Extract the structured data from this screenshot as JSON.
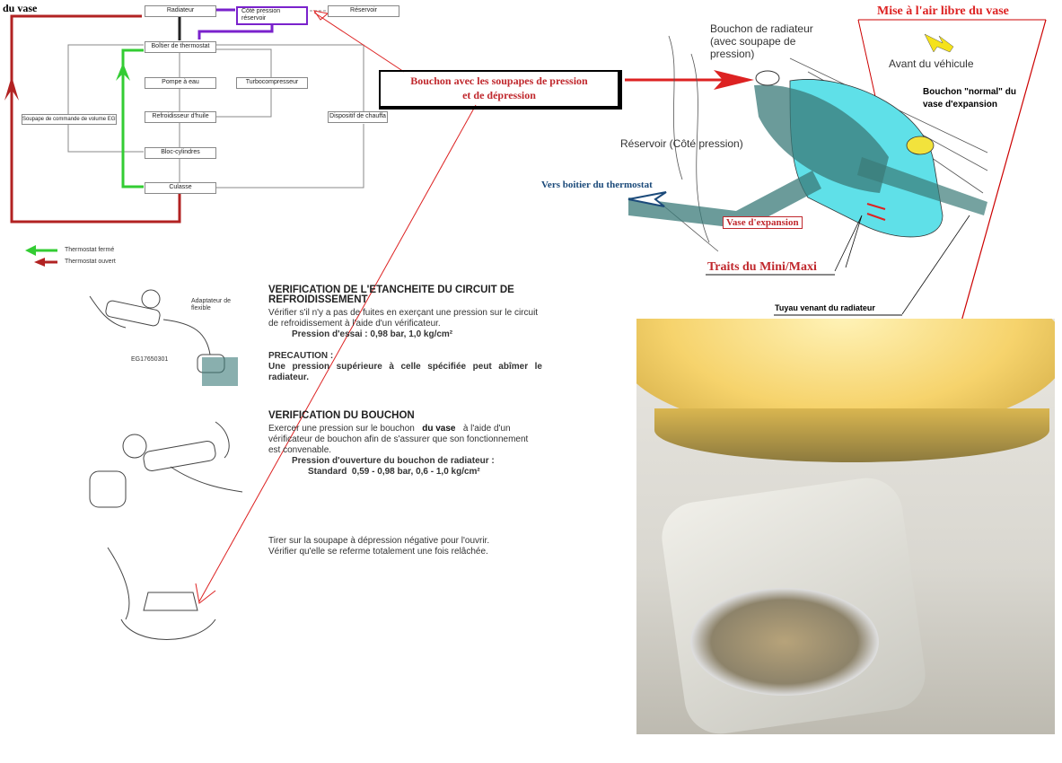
{
  "flow": {
    "du_vase": "du vase",
    "radiateur": "Radiateur",
    "cote_pression": "Côté pression réservoir",
    "reservoir": "Réservoir",
    "boitier": "Boîtier de thermostat",
    "pompe": "Pompe à eau",
    "turbo": "Turbocompresseur",
    "refroidisseur": "Refroidisseur d'huile",
    "egr": "Soupape de commande de volume EGR",
    "chauffage": "Dispositif de chauffa",
    "bloc": "Bloc-cylindres",
    "culasse": "Culasse",
    "legend_closed": "Thermostat fermé",
    "legend_open": "Thermostat ouvert",
    "green": "#33cc33",
    "red": "#b22222",
    "purple": "#7a22cc"
  },
  "callout": {
    "line1": "Bouchon avec les soupapes de pression",
    "line2": "et de dépression"
  },
  "engine": {
    "mise_air": "Mise à l'air libre du vase",
    "bouchon_radiateur": "Bouchon de radiateur (avec soupape de pression)",
    "avant": "Avant du véhicule",
    "bouchon_normal": "Bouchon \"normal\" du vase d'expansion",
    "reservoir_pression": "Réservoir (Côté pression)",
    "vers_thermostat": "Vers boitier du thermostat",
    "vase": "Vase d'expansion",
    "traits": "Traits du Mini/Maxi",
    "tuyau": "Tuyau venant du radiateur"
  },
  "illus": {
    "adaptateur": "Adaptateur de flexible",
    "ref": "EG17650301"
  },
  "doc": {
    "s1_title": "VERIFICATION DE L'ETANCHEITE DU CIRCUIT DE REFROIDISSEMENT",
    "s1_text": "Vérifier s'il n'y a pas de fuites en exerçant une pression sur le circuit de refroidissement à l'aide d'un vérificateur.",
    "s1_label": "Pression d'essai :",
    "s1_value": "0,98 bar, 1,0 kg/cm²",
    "prec_title": "PRECAUTION :",
    "prec_text": "Une pression supérieure à celle spécifiée peut abîmer le radiateur.",
    "s2_title": "VERIFICATION DU BOUCHON",
    "s2_a": "Exercer une pression sur le bouchon",
    "s2_b": "du vase",
    "s2_c": "à l'aide d'un vérificateur de bouchon afin de s'assurer que son fonctionnement est convenable.",
    "s2_label": "Pression d'ouverture du bouchon de radiateur :",
    "s2_std": "Standard",
    "s2_value": "0,59 - 0,98 bar, 0,6 - 1,0 kg/cm²",
    "s3_l1": "Tirer sur la soupape à dépression négative pour l'ouvrir.",
    "s3_l2": "Vérifier qu'elle se referme totalement une fois relâchée."
  }
}
